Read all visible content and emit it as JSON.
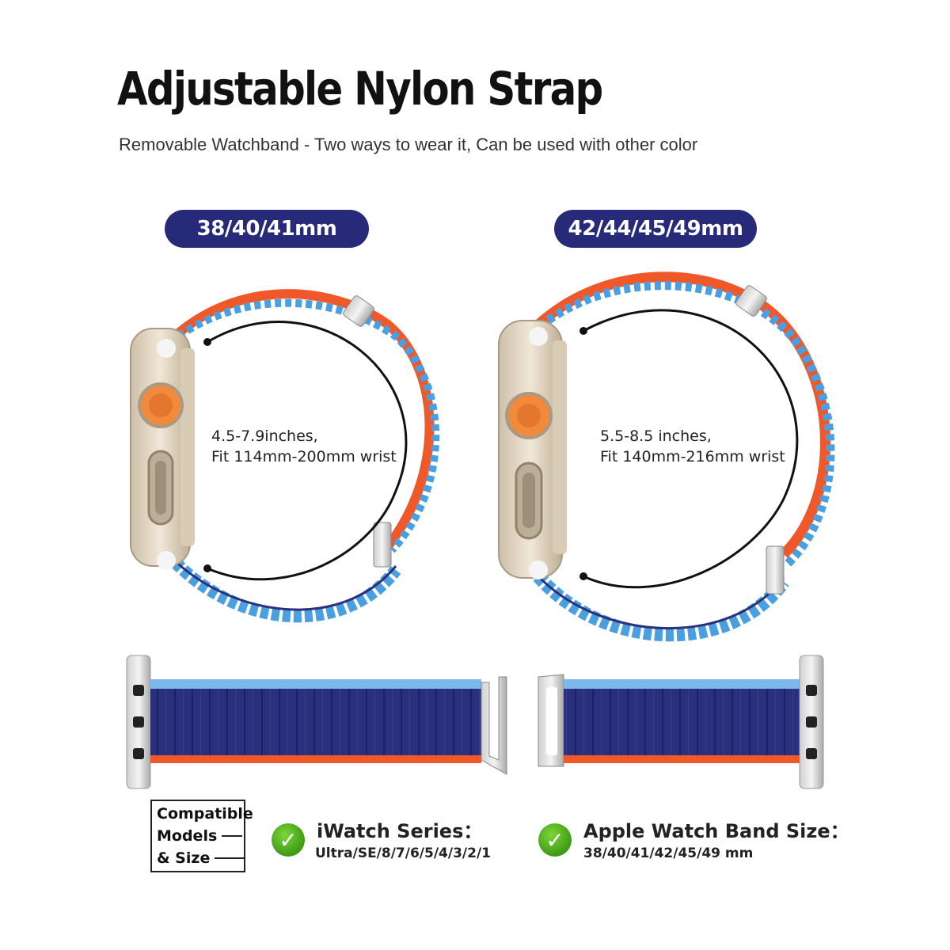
{
  "header": {
    "title": "Adjustable Nylon Strap",
    "subtitle": "Removable Watchband - Two ways to wear it, Can be used with other color"
  },
  "sizes": {
    "small": {
      "label": "38/40/41mm",
      "fit_line1": "4.5-7.9inches,",
      "fit_line2": "Fit 114mm-200mm wrist"
    },
    "large": {
      "label": "42/44/45/49mm",
      "fit_line1": "5.5-8.5 inches,",
      "fit_line2": "Fit 140mm-216mm wrist"
    }
  },
  "compatibility": {
    "box_line1": "Compatible",
    "box_line2": "Models",
    "box_line3": "& Size",
    "series_label": "iWatch Series：",
    "series_value": "Ultra/SE/8/7/6/5/4/3/2/1",
    "band_label": "Apple Watch Band Size：",
    "band_value": "38/40/41/42/45/49 mm"
  },
  "colors": {
    "navy": "#262a78",
    "orange": "#f0582a",
    "light_blue": "#4a9fe0",
    "check_green": "#4caf1e"
  },
  "icons": {
    "check": "check-circle-icon"
  }
}
